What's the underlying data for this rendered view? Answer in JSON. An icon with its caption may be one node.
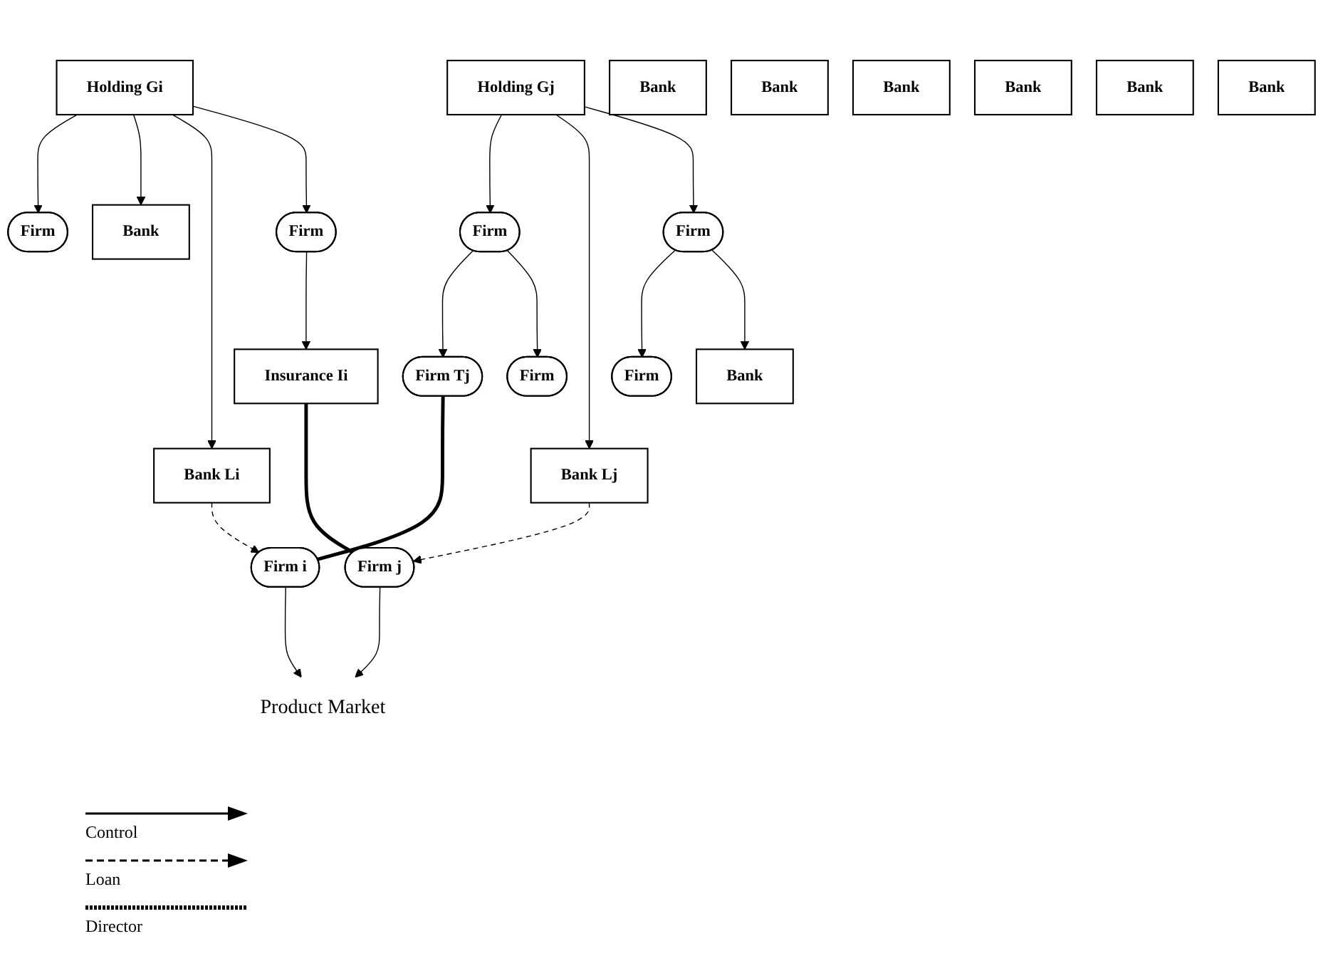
{
  "diagram": {
    "nodes": [
      {
        "text": [
          "Holding Gi"
        ]
      },
      {
        "text": [
          "Firm"
        ]
      },
      {
        "text": [
          "Bank"
        ]
      },
      {
        "text": [
          "Bank Li"
        ]
      },
      {
        "text": [
          "Firm"
        ]
      },
      {
        "text": [
          "Insurance Ii"
        ]
      },
      {
        "text": [
          "Holding Gj"
        ]
      },
      {
        "text": [
          "Firm"
        ]
      },
      {
        "text": [
          "Firm Tj"
        ]
      },
      {
        "text": [
          "Firm"
        ]
      },
      {
        "text": [
          "Bank Lj"
        ]
      },
      {
        "text": [
          "Firm"
        ]
      },
      {
        "text": [
          "Firm"
        ]
      },
      {
        "text": [
          "Bank"
        ]
      },
      {
        "text": [
          "Bank"
        ]
      },
      {
        "text": [
          "Bank"
        ]
      },
      {
        "text": [
          "Bank"
        ]
      },
      {
        "text": [
          "Bank"
        ]
      },
      {
        "text": [
          "Bank"
        ]
      },
      {
        "text": [
          "Bank"
        ]
      },
      {
        "text": [
          "Firm i"
        ]
      },
      {
        "text": [
          "Firm j"
        ]
      },
      {
        "text": [
          "Product Market"
        ]
      }
    ],
    "edges": [
      {
        "from": 0,
        "to": 1,
        "arrow": "to"
      },
      {
        "from": 0,
        "to": 2,
        "arrow": "to"
      },
      {
        "from": 0,
        "to": 3,
        "arrow": "to"
      },
      {
        "from": 0,
        "to": 4,
        "arrow": "to"
      },
      {
        "from": 4,
        "to": 5,
        "arrow": "to"
      },
      {
        "from": 6,
        "to": 7,
        "arrow": "to"
      },
      {
        "from": 6,
        "to": 10,
        "arrow": "to"
      },
      {
        "from": 6,
        "to": 11,
        "arrow": "to"
      },
      {
        "from": 7,
        "to": 8,
        "arrow": "to"
      },
      {
        "from": 7,
        "to": 9,
        "arrow": "to"
      },
      {
        "from": 11,
        "to": 12,
        "arrow": "to"
      },
      {
        "from": 11,
        "to": 13,
        "arrow": "to"
      },
      {
        "from": 3,
        "to": 20,
        "arrow": "to",
        "style": "dashed"
      },
      {
        "from": 10,
        "to": 21,
        "arrow": "to",
        "style": "dashed"
      },
      {
        "from": 5,
        "to": 21,
        "arrow": "none",
        "style": "thick"
      },
      {
        "from": 8,
        "to": 20,
        "arrow": "none",
        "style": "thick"
      },
      {
        "from": 20,
        "to": 22,
        "arrow": "to"
      },
      {
        "from": 21,
        "to": 22,
        "arrow": "to"
      }
    ],
    "legend": [
      {
        "text": "Control"
      },
      {
        "text": "Loan"
      },
      {
        "text": "Director"
      }
    ]
  }
}
